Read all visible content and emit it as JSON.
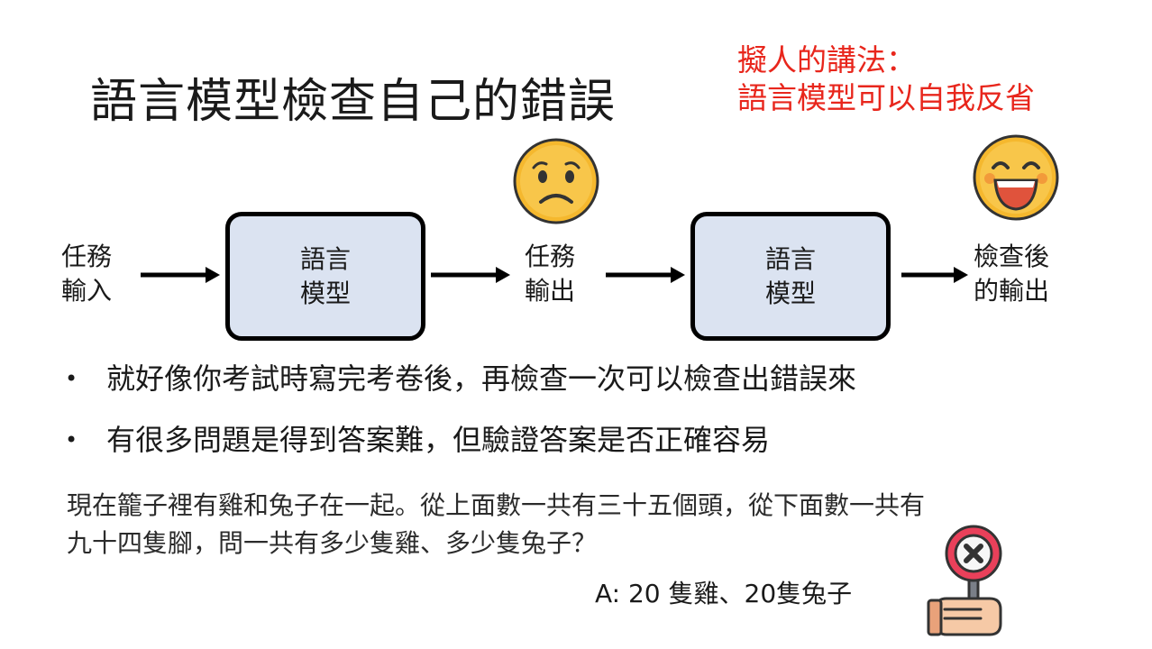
{
  "slide": {
    "title": "語言模型檢查自己的錯誤",
    "side_note": {
      "line1": "擬人的講法：",
      "line2": "語言模型可以自我反省"
    },
    "diagram": {
      "input": {
        "line1": "任務",
        "line2": "輸入"
      },
      "model1": {
        "line1": "語言",
        "line2": "模型"
      },
      "output": {
        "line1": "任務",
        "line2": "輸出"
      },
      "model2": {
        "line1": "語言",
        "line2": "模型"
      },
      "checked_output": {
        "line1": "檢查後",
        "line2": "的輸出"
      },
      "sad_face_icon": "sad-face-icon",
      "happy_face_icon": "laughing-face-icon"
    },
    "bullets": [
      "就好像你考試時寫完考卷後，再檢查一次可以檢查出錯誤來",
      "有很多問題是得到答案難，但驗證答案是否正確容易"
    ],
    "question": {
      "line1": "現在籠子裡有雞和兔子在一起。從上面數一共有三十五個頭，從下面數一共有",
      "line2": "九十四隻腳，問一共有多少隻雞、多少隻兔子？"
    },
    "answer": "A: 20 隻雞、20隻兔子",
    "reject_sign_icon": "x-sign-icon",
    "colors": {
      "accent_red": "#e8261c",
      "box_fill": "#dbe3f1",
      "face_yellow": "#f5b82e"
    }
  }
}
